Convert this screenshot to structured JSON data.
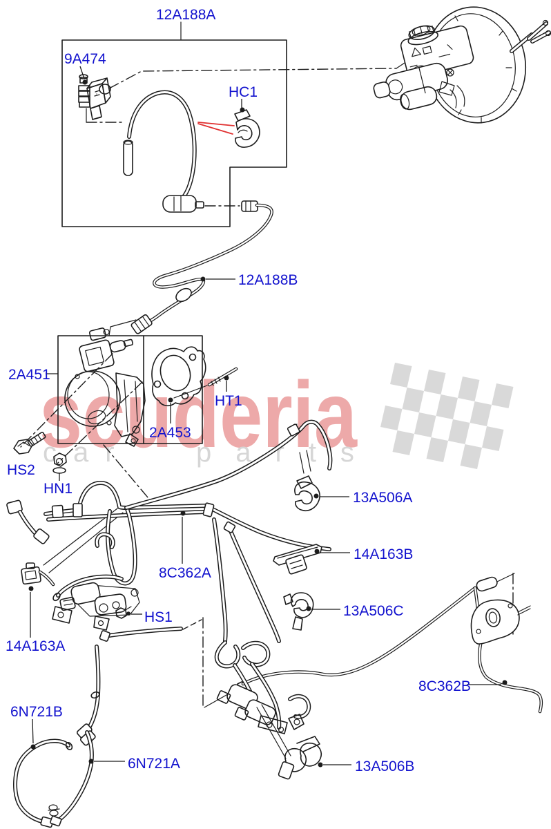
{
  "diagram": {
    "title": "vacuum control and engine vacuum harness parts diagram",
    "colors": {
      "background": "#ffffff",
      "label": "#1212CE",
      "line": "#1c1c1c",
      "arrow_red": "#E03030",
      "watermark_pink": "#EDA9A9",
      "watermark_gray": "#D6D6D6",
      "flag_gray": "#D9D9D9"
    },
    "watermark": {
      "brand": "scuderia",
      "word1": "car",
      "word2": "parts"
    },
    "labels": {
      "12A188A": "12A188A",
      "9A474": "9A474",
      "HC1": "HC1",
      "12A188B": "12A188B",
      "2A451": "2A451",
      "2A453": "2A453",
      "HT1": "HT1",
      "HS2": "HS2",
      "HN1": "HN1",
      "13A506A": "13A506A",
      "14A163B": "14A163B",
      "8C362A": "8C362A",
      "13A506C": "13A506C",
      "HS1": "HS1",
      "14A163A": "14A163A",
      "8C362B": "8C362B",
      "6N721B": "6N721B",
      "6N721A": "6N721A",
      "13A506B": "13A506B"
    }
  }
}
